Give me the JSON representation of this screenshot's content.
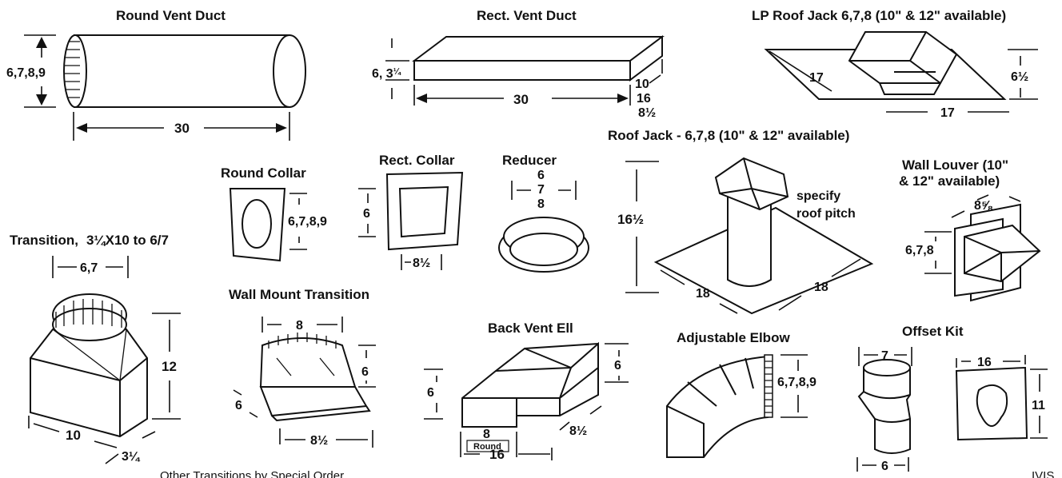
{
  "titles": {
    "round_vent_duct": "Round Vent Duct",
    "rect_vent_duct": "Rect. Vent Duct",
    "lp_roof_jack": "LP Roof Jack 6,7,8 (10\" & 12\" available)",
    "roof_jack": "Roof Jack - 6,7,8 (10\" & 12\" available)",
    "round_collar": "Round Collar",
    "rect_collar": "Rect. Collar",
    "reducer": "Reducer",
    "wall_louver_1": "Wall Louver (10\"",
    "wall_louver_2": "& 12\" available)",
    "transition": "Transition,",
    "wall_mount_transition": "Wall Mount Transition",
    "back_vent_ell": "Back Vent Ell",
    "adjustable_elbow": "Adjustable Elbow",
    "offset_kit": "Offset Kit"
  },
  "dims": {
    "round_duct_dia": "6,7,8,9",
    "round_duct_len": "30",
    "rect_duct_h": "6, 3",
    "rect_duct_h_frac": "¼",
    "rect_duct_len": "30",
    "rect_duct_w1": "10",
    "rect_duct_w2": "16",
    "rect_duct_w3": "8½",
    "lp_17a": "17",
    "lp_17b": "17",
    "lp_h": "6½",
    "round_collar": "6,7,8,9",
    "rect_collar_h": "6",
    "rect_collar_w": "8½",
    "reducer_1": "6",
    "reducer_2": "7",
    "reducer_3": "8",
    "roof_jack_h": "16½",
    "roof_jack_18a": "18",
    "roof_jack_18b": "18",
    "specify_1": "specify",
    "specify_2": "roof pitch",
    "wall_louver_w": "8⅝",
    "wall_louver_d": "6,7,8",
    "transition_spec": "3¼X10 to 6/7",
    "transition_top": "6,7",
    "transition_h": "12",
    "transition_w": "10",
    "transition_d": "3¼",
    "wmt_top": "8",
    "wmt_h": "6",
    "wmt_d": "6",
    "wmt_w": "8½",
    "bve_h_left": "6",
    "bve_h_right": "6",
    "bve_8": "8",
    "bve_round": "Round",
    "bve_16": "16",
    "bve_8half": "8½",
    "elbow_dia": "6,7,8,9",
    "offset_7": "7",
    "offset_6": "6",
    "offset_16": "16",
    "offset_11": "11"
  },
  "footnote": "Other Transitions by Special Order",
  "corner_mark": "IVIS"
}
